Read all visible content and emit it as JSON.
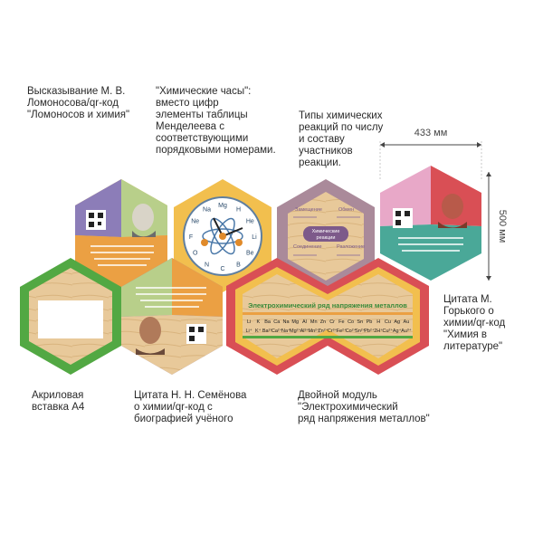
{
  "captions": {
    "lomonosov": "Высказывание М. В.\nЛомоносова/qr-код\n\"Ломоносов и химия\"",
    "clock": "\"Химические часы\":\nвместо цифр\nэлементы таблицы\nМенделеева с\nсоответствующими\nпорядковыми номерами.",
    "types": "Типы химических\nреакций по числу\nи составу\nучастников\nреакции.",
    "gorky": "Цитата М.\nГорького о\nхимии/qr-код\n\"Химия в\nлитературе\"",
    "acrylic": "Акриловая\nвставка А4",
    "semenov": "Цитата Н. Н. Семёнова\nо химии/qr-код с\nбиографией учёного",
    "double": "Двойной модуль\n\"Электрохимический\nряд напряжения металлов\""
  },
  "dimensions": {
    "width": "433 мм",
    "height": "500 мм"
  },
  "clock": {
    "labels": [
      "H",
      "He",
      "Li",
      "Be",
      "B",
      "C",
      "N",
      "O",
      "F",
      "Ne",
      "Na",
      "Mg"
    ]
  },
  "reactions": {
    "labels": [
      "Замещение",
      "Обмен",
      "Соединение",
      "Разложение"
    ],
    "center": "Химические\nреакции"
  },
  "metals": {
    "title": "Электрохимический ряд напряжения металлов",
    "row1": [
      "Li",
      "K",
      "Ba",
      "Ca",
      "Na",
      "Mg",
      "Al",
      "Mn",
      "Zn",
      "Cr",
      "Fe",
      "Co",
      "Sn",
      "Pb",
      "H",
      "Cu",
      "Ag",
      "Au"
    ],
    "row2": [
      "Li⁺",
      "K⁺",
      "Ba²⁺",
      "Ca²⁺",
      "Na⁺",
      "Mg²⁺",
      "Al³⁺",
      "Mn²⁺",
      "Zn²⁺",
      "Cr³⁺",
      "Fe²⁺",
      "Co²⁺",
      "Sn²⁺",
      "Pb²⁺",
      "2H⁺",
      "Cu²⁺",
      "Ag⁺",
      "Au³⁺"
    ]
  },
  "colors": {
    "yellow": "#f2bf4e",
    "green": "#52a843",
    "purple": "#8c7db8",
    "lightgreen": "#b8cf8a",
    "orange": "#eba043",
    "wood": "#e8c99a",
    "mauve": "#aa8a9a",
    "red": "#d94f55",
    "pink": "#e8a8c8",
    "teal": "#4aa898"
  }
}
